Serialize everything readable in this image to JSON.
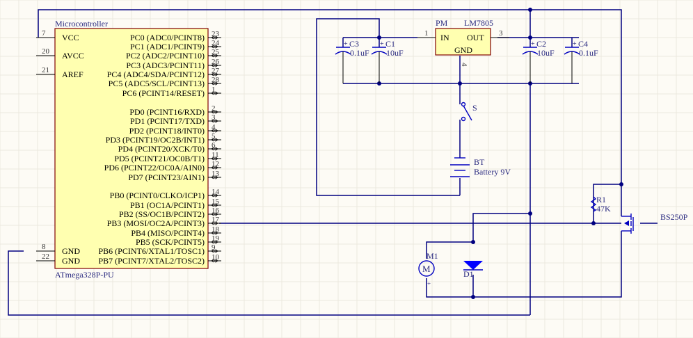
{
  "colors": {
    "background": "#fdfbf5",
    "grid": "#ece8de",
    "wire": "#000080",
    "component": "#0000c0",
    "ic_fill": "#ffffb0",
    "ic_border": "#800000",
    "label": "#2a2a80"
  },
  "microcontroller": {
    "designator": "Microcontroller",
    "part": "ATmega328P-PU",
    "left_pins": [
      {
        "num": "7",
        "name": "VCC"
      },
      {
        "num": "20",
        "name": "AVCC"
      },
      {
        "num": "21",
        "name": "AREF"
      },
      {
        "num": "8",
        "name": "GND"
      },
      {
        "num": "22",
        "name": "GND"
      }
    ],
    "right_pins": [
      {
        "num": "23",
        "name": "PC0 (ADC0/PCINT8)"
      },
      {
        "num": "24",
        "name": "PC1 (ADC1/PCINT9)"
      },
      {
        "num": "25",
        "name": "PC2 (ADC2/PCINT10)"
      },
      {
        "num": "26",
        "name": "PC3 (ADC3/PCINT11)"
      },
      {
        "num": "27",
        "name": "PC4 (ADC4/SDA/PCINT12)"
      },
      {
        "num": "28",
        "name": "PC5 (ADC5/SCL/PCINT13)"
      },
      {
        "num": "1",
        "name": "PC6 (PCINT14/RESET)"
      },
      {
        "num": "2",
        "name": "PD0 (PCINT16/RXD)"
      },
      {
        "num": "3",
        "name": "PD1 (PCINT17/TXD)"
      },
      {
        "num": "4",
        "name": "PD2 (PCINT18/INT0)"
      },
      {
        "num": "5",
        "name": "PD3 (PCINT19/OC2B/INT1)"
      },
      {
        "num": "6",
        "name": "PD4 (PCINT20/XCK/T0)"
      },
      {
        "num": "11",
        "name": "PD5 (PCINT21/OC0B/T1)"
      },
      {
        "num": "12",
        "name": "PD6 (PCINT22/OC0A/AIN0)"
      },
      {
        "num": "13",
        "name": "PD7 (PCINT23/AIN1)"
      },
      {
        "num": "14",
        "name": "PB0 (PCINT0/CLKO/ICP1)"
      },
      {
        "num": "15",
        "name": "PB1 (OC1A/PCINT1)"
      },
      {
        "num": "16",
        "name": "PB2 (SS/OC1B/PCINT2)"
      },
      {
        "num": "17",
        "name": "PB3 (MOSI/OC2A/PCINT3)"
      },
      {
        "num": "18",
        "name": "PB4 (MISO/PCINT4)"
      },
      {
        "num": "19",
        "name": "PB5 (SCK/PCINT5)"
      },
      {
        "num": "9",
        "name": "PB6 (PCINT6/XTAL1/TOSC1)"
      },
      {
        "num": "10",
        "name": "PB7 (PCINT7/XTAL2/TOSC2)"
      }
    ]
  },
  "regulator": {
    "designator": "PM",
    "part": "LM7805",
    "pin_in": "IN",
    "pin_out": "OUT",
    "pin_gnd": "GND",
    "pin_in_num": "1",
    "pin_out_num": "3",
    "pin_gnd_num": "4"
  },
  "capacitors": [
    {
      "designator": "C3",
      "value": "0.1uF"
    },
    {
      "designator": "C1",
      "value": "10uF"
    },
    {
      "designator": "C2",
      "value": "10uF"
    },
    {
      "designator": "C4",
      "value": "0.1uF"
    }
  ],
  "switch": {
    "designator": "S"
  },
  "battery": {
    "designator": "BT",
    "value": "Battery 9V"
  },
  "resistor": {
    "designator": "R1",
    "value": "47K"
  },
  "mosfet": {
    "part": "BS250P"
  },
  "motor": {
    "designator": "M1",
    "symbol": "M",
    "polarity": "+"
  },
  "diode": {
    "designator": "D1"
  },
  "cap_polarity": "+"
}
